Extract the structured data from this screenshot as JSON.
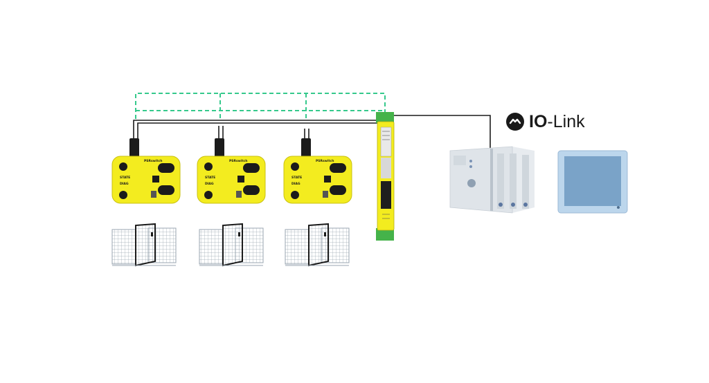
{
  "logo": {
    "brand_bold": "IO",
    "brand_rest": "-Link",
    "icon": "io-link-logo-icon"
  },
  "colors": {
    "sensor_yellow": "#f3ec1f",
    "sensor_dark": "#1b1b1b",
    "dashed_link": "#35c98c",
    "cable": "#1a1a1a",
    "terminal_green": "#45b34a",
    "plc_body": "#e7ebef",
    "hmi_frame": "#bcd6ec",
    "hmi_screen": "#7aa3c8"
  },
  "sensors": [
    {
      "brand": "PSRswitch",
      "state_label": "STATE",
      "diag_label": "DIAG"
    },
    {
      "brand": "PSRswitch",
      "state_label": "STATE",
      "diag_label": "DIAG"
    },
    {
      "brand": "PSRswitch",
      "state_label": "STATE",
      "diag_label": "DIAG"
    }
  ],
  "gates": [
    {
      "icon": "safety-gate-icon"
    },
    {
      "icon": "safety-gate-icon"
    },
    {
      "icon": "safety-gate-icon"
    }
  ],
  "devices": {
    "module": "io-link-module",
    "plc": "plc-controller",
    "hmi": "hmi-touch-panel"
  }
}
